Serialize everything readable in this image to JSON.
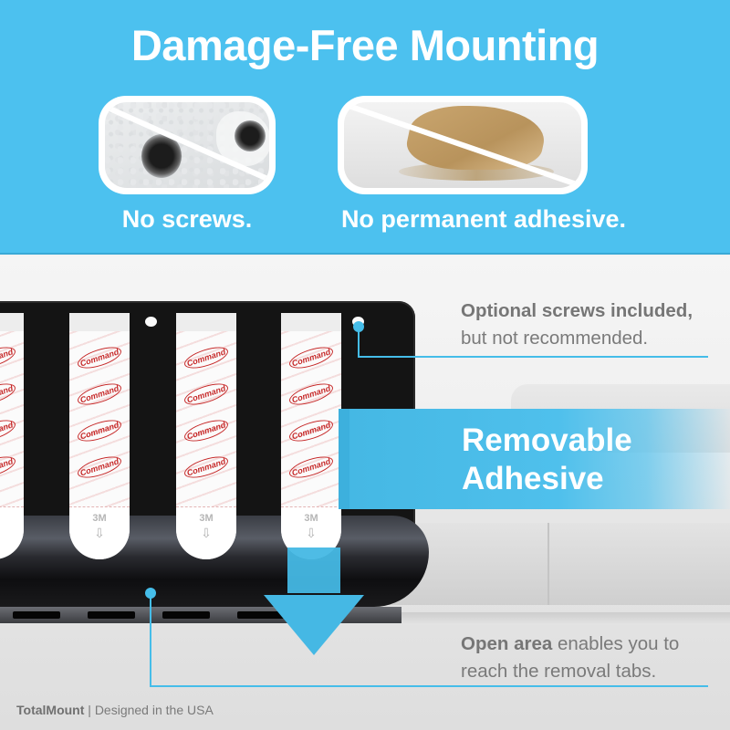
{
  "banner": {
    "headline": "Damage-Free Mounting",
    "background_color": "#4cc1ef",
    "panels": [
      {
        "id": "screws",
        "image": "wall-with-screw-holes",
        "crossed_out": true,
        "caption": "No screws."
      },
      {
        "id": "adhesive",
        "image": "torn-drywall-adhesive",
        "crossed_out": true,
        "caption": "No permanent adhesive."
      }
    ]
  },
  "product": {
    "strips": [
      {
        "brand": "Command",
        "tab_label": "3M"
      },
      {
        "brand": "Command",
        "tab_label": "3M"
      },
      {
        "brand": "Command",
        "tab_label": "3M"
      },
      {
        "brand": "Command",
        "tab_label": "3M"
      }
    ]
  },
  "callouts": {
    "screws": {
      "bold": "Optional screws included,",
      "regular": "but not recommended."
    },
    "removable": {
      "line1": "Removable",
      "line2": "Adhesive"
    },
    "open_area": {
      "bold": "Open area",
      "regular_1": " enables you to",
      "regular_2": "reach the removal tabs."
    },
    "accent_color": "#45bde9"
  },
  "footer": {
    "brand": "TotalMount",
    "separator": " | ",
    "tagline": "Designed in the USA"
  }
}
